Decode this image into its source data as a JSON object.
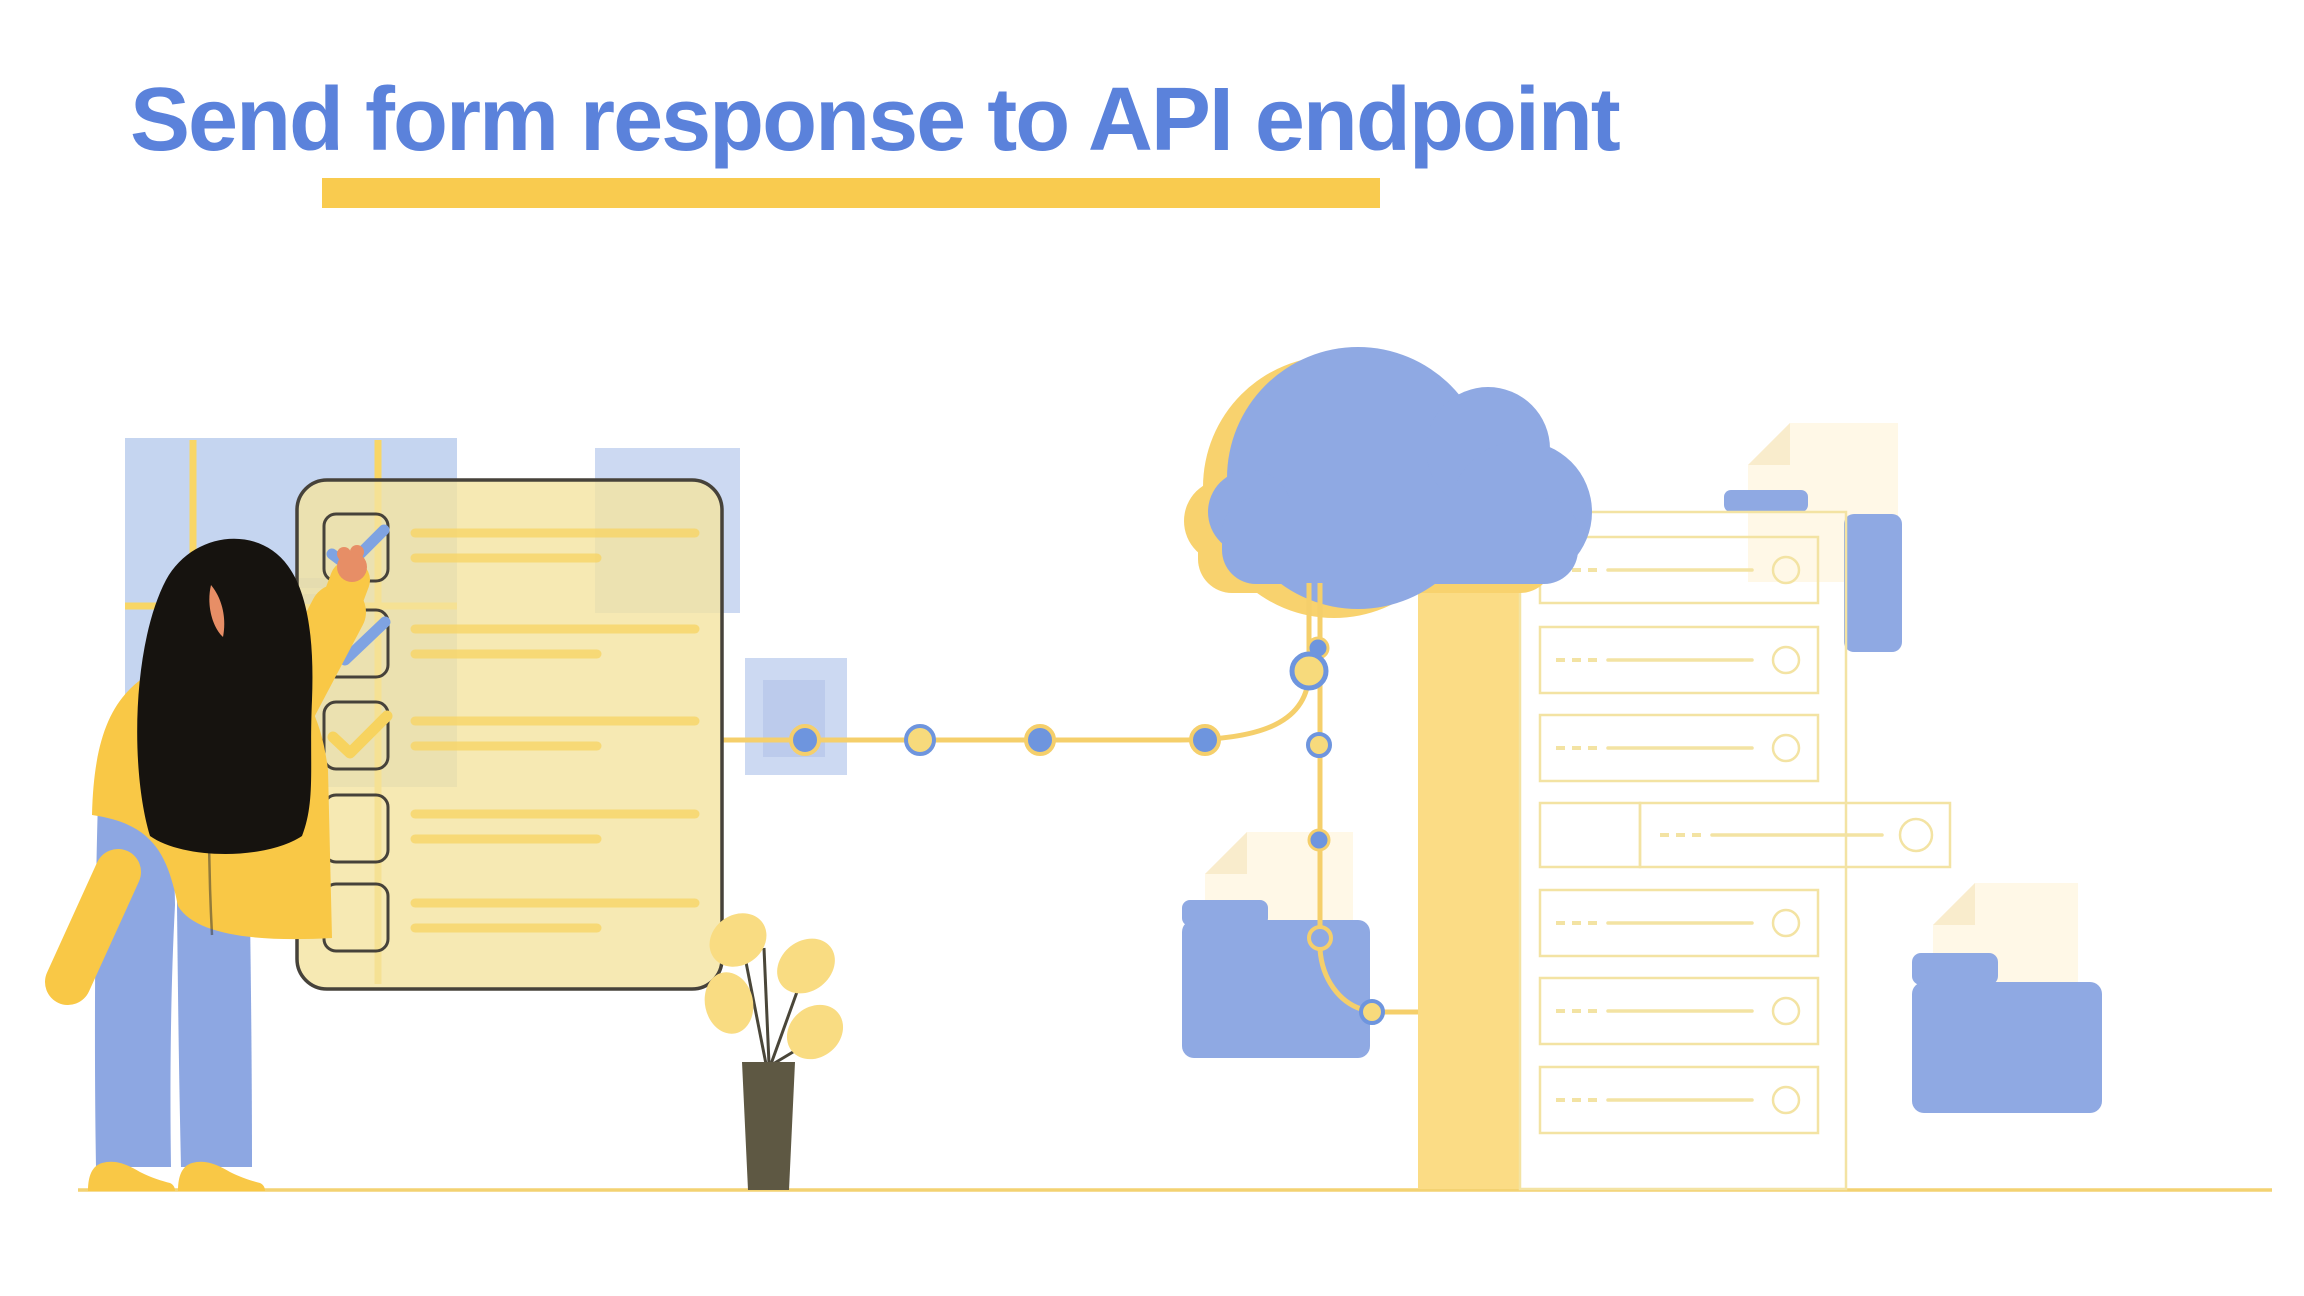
{
  "header": {
    "title_prefix": "Send ",
    "title_underlined": "form response to API",
    "title_suffix": " endpoint",
    "title_full": "Send form response to API endpoint"
  },
  "palette": {
    "title_blue": "#5B82DB",
    "accent_yellow": "#F9CB4F",
    "illus_blue": "#8FA9E3",
    "node_blue": "#6E95DE",
    "window_blue": "#C5D5F0",
    "window_bar_blue": "#A9BEE8",
    "window_line_yellow": "#F8D666",
    "square_blue_outer": "#CCD9F2",
    "square_blue_inner": "#BCCBEC",
    "line_yellow": "#F5CF6B",
    "panel_yellow": "#FBDC85",
    "cloud_shadow_yellow": "#F8D26E",
    "rack_detail_yellow": "#F3E3A3",
    "form_fill_yellow": "#F4E4A0",
    "row_line_yellow": "#F7D566",
    "check_blue": "#7FA3E2",
    "check_yellow": "#F7D35F",
    "node_fill_yellow": "#F7DA7C",
    "outline_dark": "#46423A",
    "skin": "#E78E66",
    "sweater_yellow": "#F9C846",
    "hair_black": "#16130F",
    "pants_blue": "#8DA7E2",
    "pot_olive": "#5E5843",
    "leaf_yellow": "#F9DC82",
    "paper_cream": "#FFF8E7",
    "paper_fold_cream": "#F9ECCC",
    "ground_yellow": "#F3D272",
    "background": "#FFFFFF"
  },
  "scene": {
    "description": "A person marks checkboxes on a large form; a connector line with nodes carries the response to a cloud and down into a server rack beside file folders.",
    "form": {
      "checkbox_count": 5,
      "rows": [
        "check-blue",
        "stroke-blue",
        "check-yellow",
        "empty",
        "empty"
      ]
    },
    "server": {
      "unit_count": 7,
      "units": [
        "normal",
        "normal",
        "normal",
        "extended",
        "normal",
        "normal",
        "normal"
      ]
    },
    "connector": {
      "horizontal_nodes": [
        "blue",
        "yellow",
        "blue",
        "blue"
      ],
      "vertical_nodes": [
        "blue",
        "yellow-large",
        "yellow",
        "blue",
        "open-ring",
        "yellow"
      ]
    }
  }
}
